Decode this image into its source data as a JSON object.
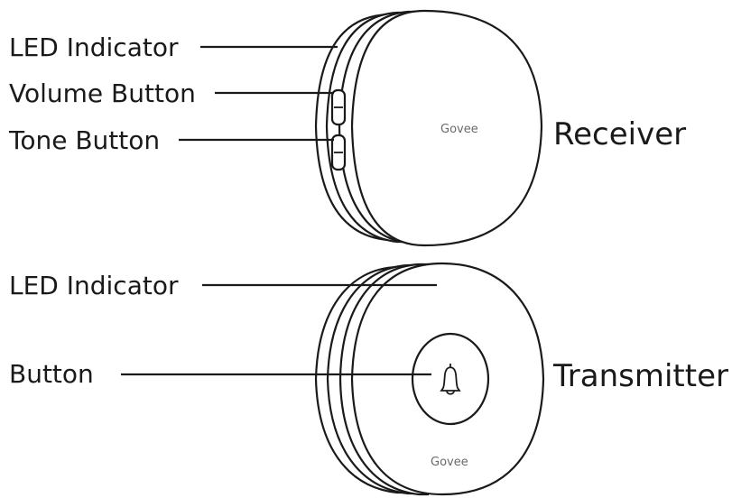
{
  "receiver": {
    "title": "Receiver",
    "brand": "Govee",
    "labels": {
      "led_indicator": "LED Indicator",
      "volume_button": "Volume Button",
      "tone_button": "Tone Button"
    }
  },
  "transmitter": {
    "title": "Transmitter",
    "brand": "Govee",
    "labels": {
      "led_indicator": "LED Indicator",
      "button": "Button"
    },
    "icons": {
      "button": "bell-icon"
    }
  },
  "colors": {
    "line": "#1a1a1a",
    "background": "#ffffff",
    "brand_text": "#6a6a6a"
  }
}
